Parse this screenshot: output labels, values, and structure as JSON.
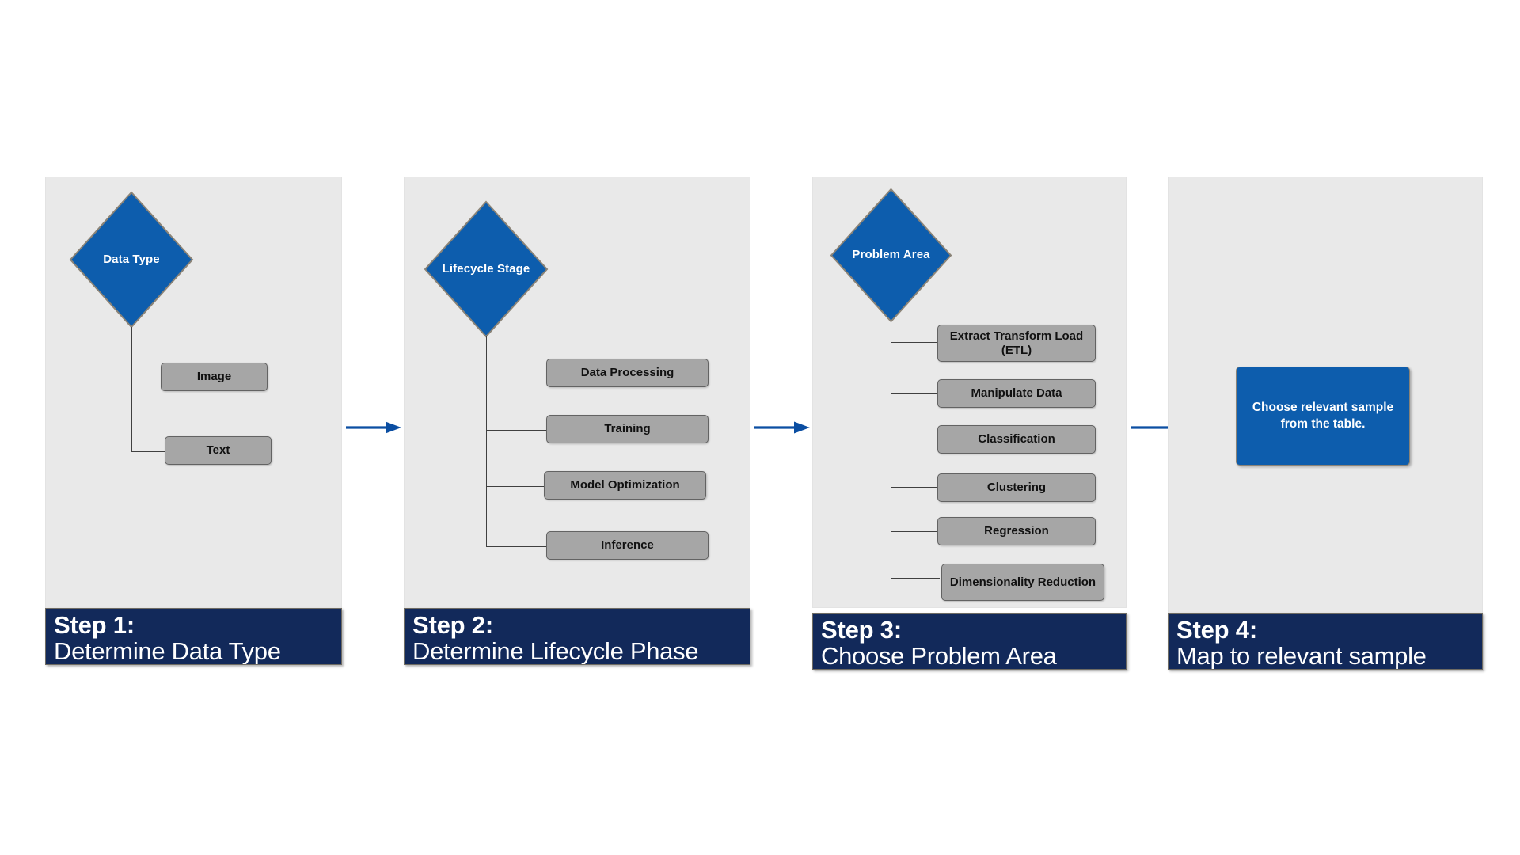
{
  "diagram": {
    "title": "Four-step decision flow for choosing a relevant sample",
    "colors": {
      "panel_background": "#e9e9e9",
      "banner_navy": "#12295a",
      "accent_blue": "#0d5dad",
      "leaf_gray": "#a6a6a6",
      "leaf_border": "#636363",
      "connector": "#404040",
      "arrow_blue": "#0b4ea2",
      "page_background": "#ffffff"
    }
  },
  "steps": [
    {
      "step_number": "Step 1:",
      "step_description": "Determine Data Type",
      "decision": {
        "label": "Data Type",
        "shape": "diamond"
      },
      "options": [
        {
          "label": "Image"
        },
        {
          "label": "Text"
        }
      ]
    },
    {
      "step_number": "Step 2:",
      "step_description": "Determine Lifecycle Phase",
      "decision": {
        "label": "Lifecycle Stage",
        "shape": "diamond"
      },
      "options": [
        {
          "label": "Data Processing"
        },
        {
          "label": "Training"
        },
        {
          "label": "Model Optimization"
        },
        {
          "label": "Inference"
        }
      ]
    },
    {
      "step_number": "Step 3:",
      "step_description": "Choose Problem Area",
      "decision": {
        "label": "Problem Area",
        "shape": "diamond"
      },
      "options": [
        {
          "label": "Extract Transform Load (ETL)"
        },
        {
          "label": "Manipulate Data"
        },
        {
          "label": "Classification"
        },
        {
          "label": "Clustering"
        },
        {
          "label": "Regression"
        },
        {
          "label": "Dimensionality Reduction"
        }
      ]
    },
    {
      "step_number": "Step 4:",
      "step_description": "Map to relevant sample",
      "result": {
        "label": "Choose relevant sample from the table."
      }
    }
  ],
  "connectors": [
    {
      "from": "Step 1:",
      "to": "Step 2:",
      "icon": "arrow-right-icon"
    },
    {
      "from": "Step 2:",
      "to": "Step 3:",
      "icon": "arrow-right-icon"
    },
    {
      "from": "Step 3:",
      "to": "Step 4:",
      "icon": "arrow-right-icon"
    }
  ]
}
